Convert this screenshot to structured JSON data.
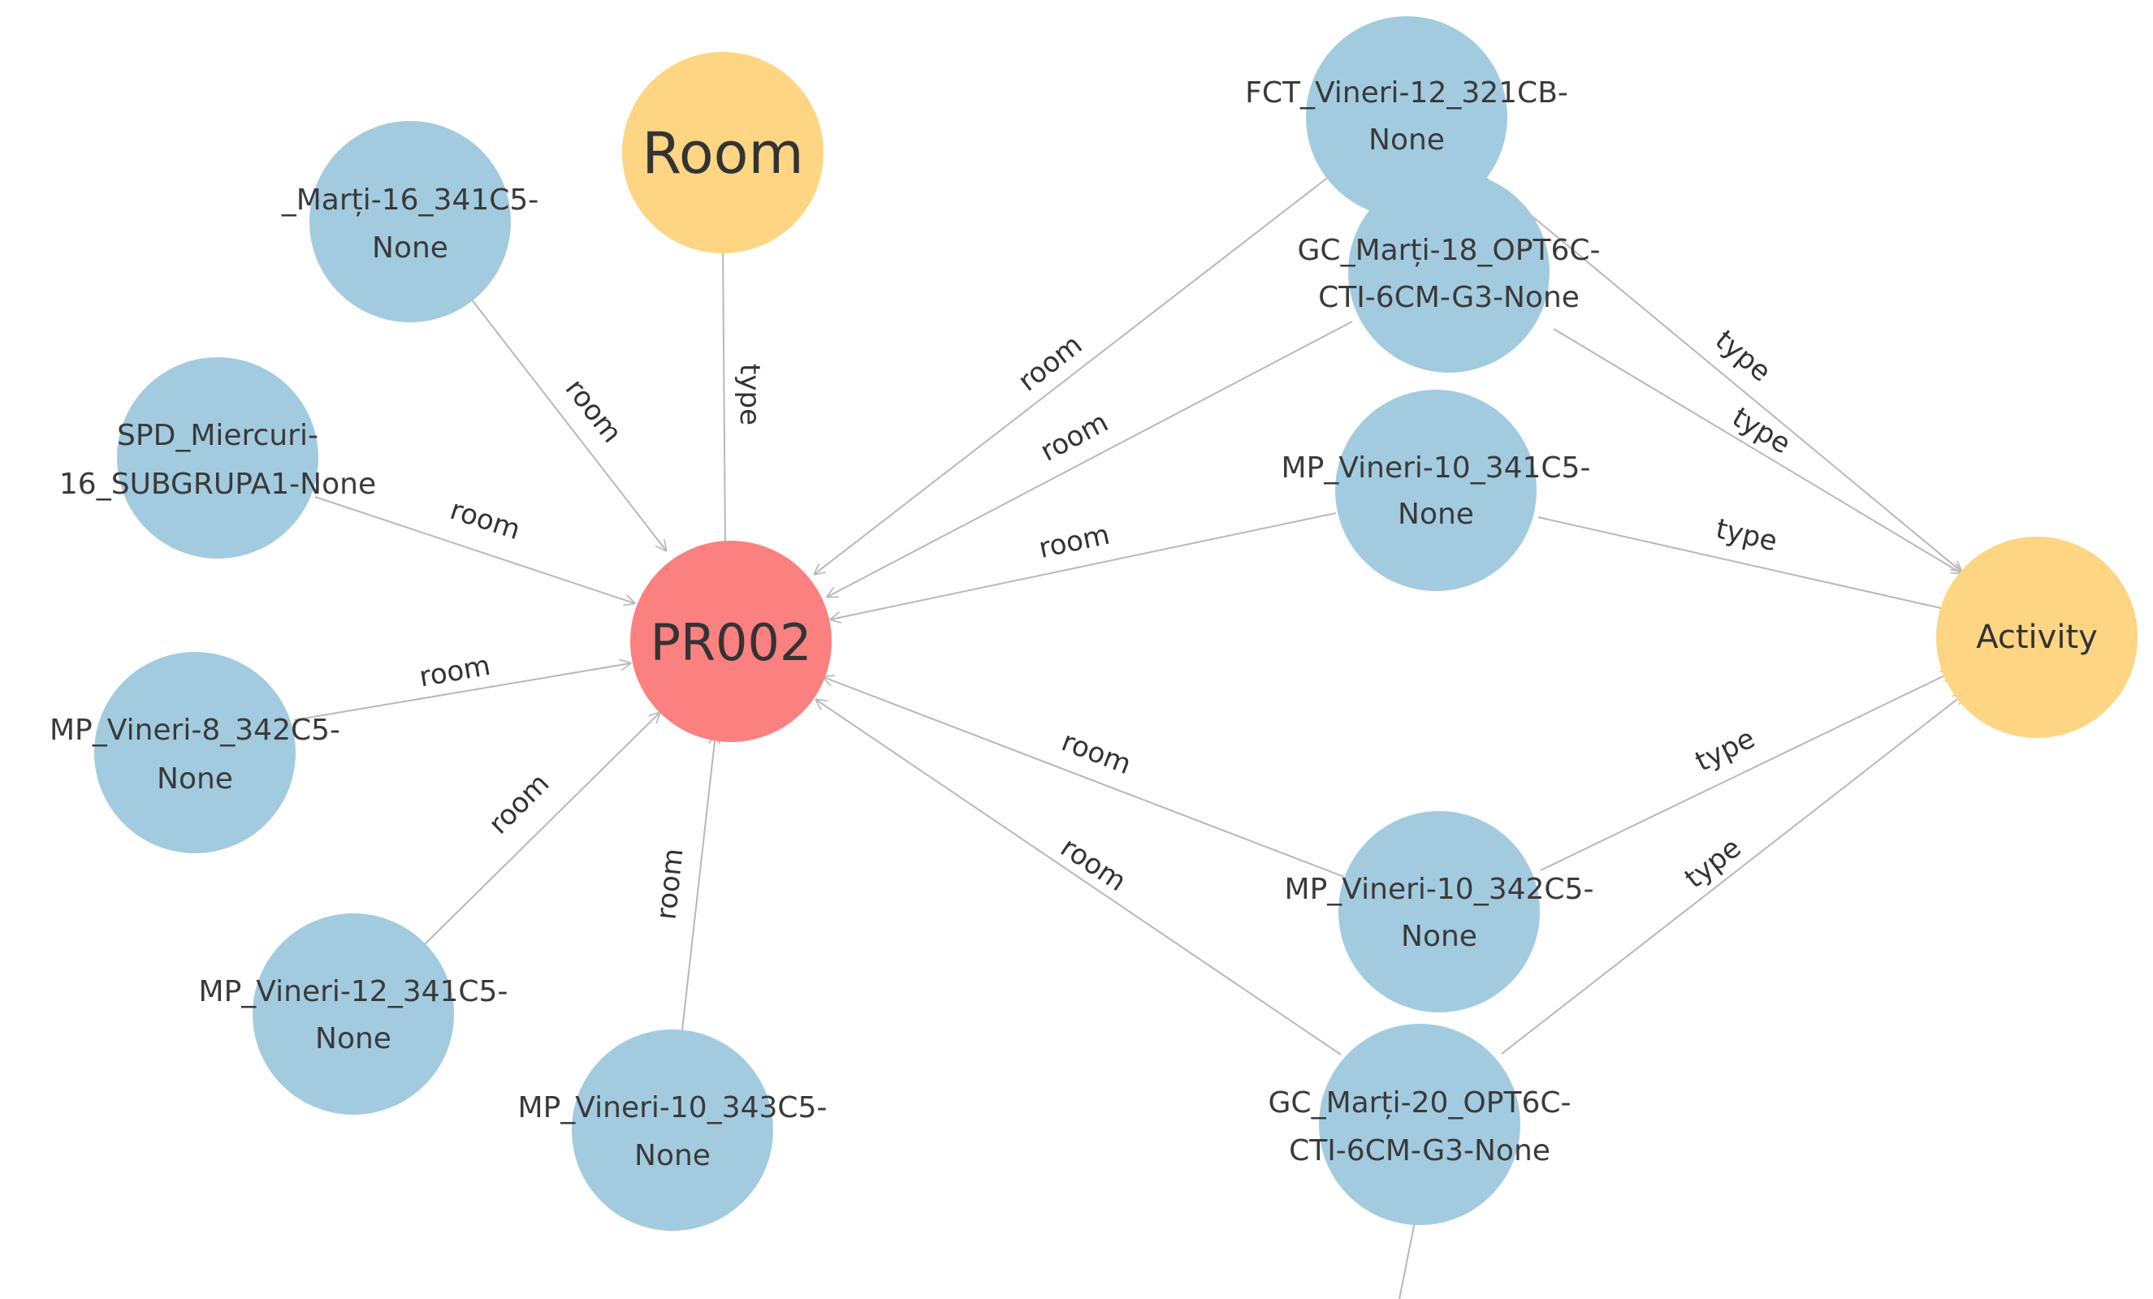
{
  "colors": {
    "instance": "#a3cbdf",
    "class": "#fdd583",
    "focus": "#fb8080",
    "edge": "#b8b8b8"
  },
  "nodes": {
    "pr002": {
      "label": "PR002"
    },
    "room": {
      "label": "Room"
    },
    "activity": {
      "label": "Activity"
    },
    "marti16": {
      "line1": "_Marți-16_341C5-",
      "line2": "None"
    },
    "spd": {
      "line1": "SPD_Miercuri-",
      "line2": "16_SUBGRUPA1-None"
    },
    "mp8": {
      "line1": "MP_Vineri-8_342C5-",
      "line2": "None"
    },
    "mp12": {
      "line1": "MP_Vineri-12_341C5-",
      "line2": "None"
    },
    "mp10_343": {
      "line1": "MP_Vineri-10_343C5-",
      "line2": "None"
    },
    "fct": {
      "line1": "FCT_Vineri-12_321CB-",
      "line2": "None"
    },
    "gc18": {
      "line1": "GC_Marți-18_OPT6C-",
      "line2": "CTI-6CM-G3-None"
    },
    "mp10_341": {
      "line1": "MP_Vineri-10_341C5-",
      "line2": "None"
    },
    "mp10_342": {
      "line1": "MP_Vineri-10_342C5-",
      "line2": "None"
    },
    "gc20": {
      "line1": "GC_Marți-20_OPT6C-",
      "line2": "CTI-6CM-G3-None"
    }
  },
  "edge_labels": {
    "room": "room",
    "type": "type"
  }
}
